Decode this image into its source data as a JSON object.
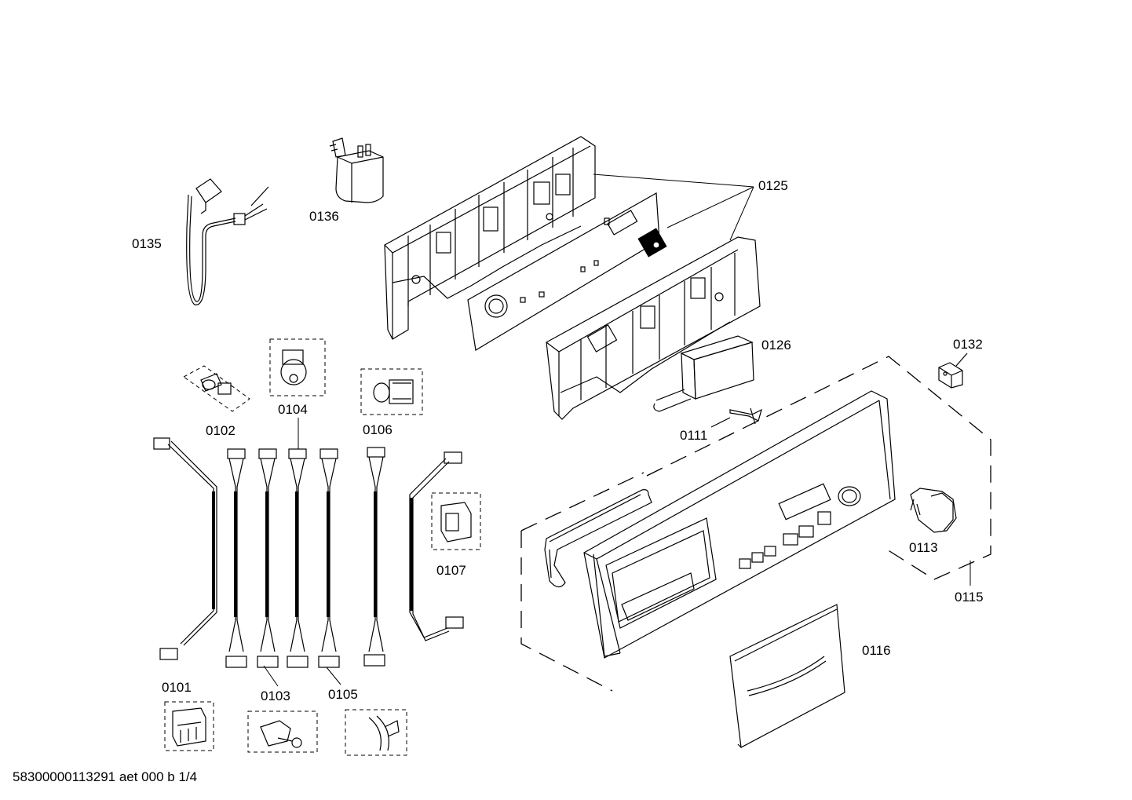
{
  "diagram": {
    "labels": {
      "p0101": "0101",
      "p0102": "0102",
      "p0103": "0103",
      "p0104": "0104",
      "p0105": "0105",
      "p0106": "0106",
      "p0107": "0107",
      "p0111": "0111",
      "p0113": "0113",
      "p0115": "0115",
      "p0116": "0116",
      "p0125": "0125",
      "p0126": "0126",
      "p0132": "0132",
      "p0135": "0135",
      "p0136": "0136"
    },
    "footer": "58300000113291 aet 000 b 1/4"
  }
}
